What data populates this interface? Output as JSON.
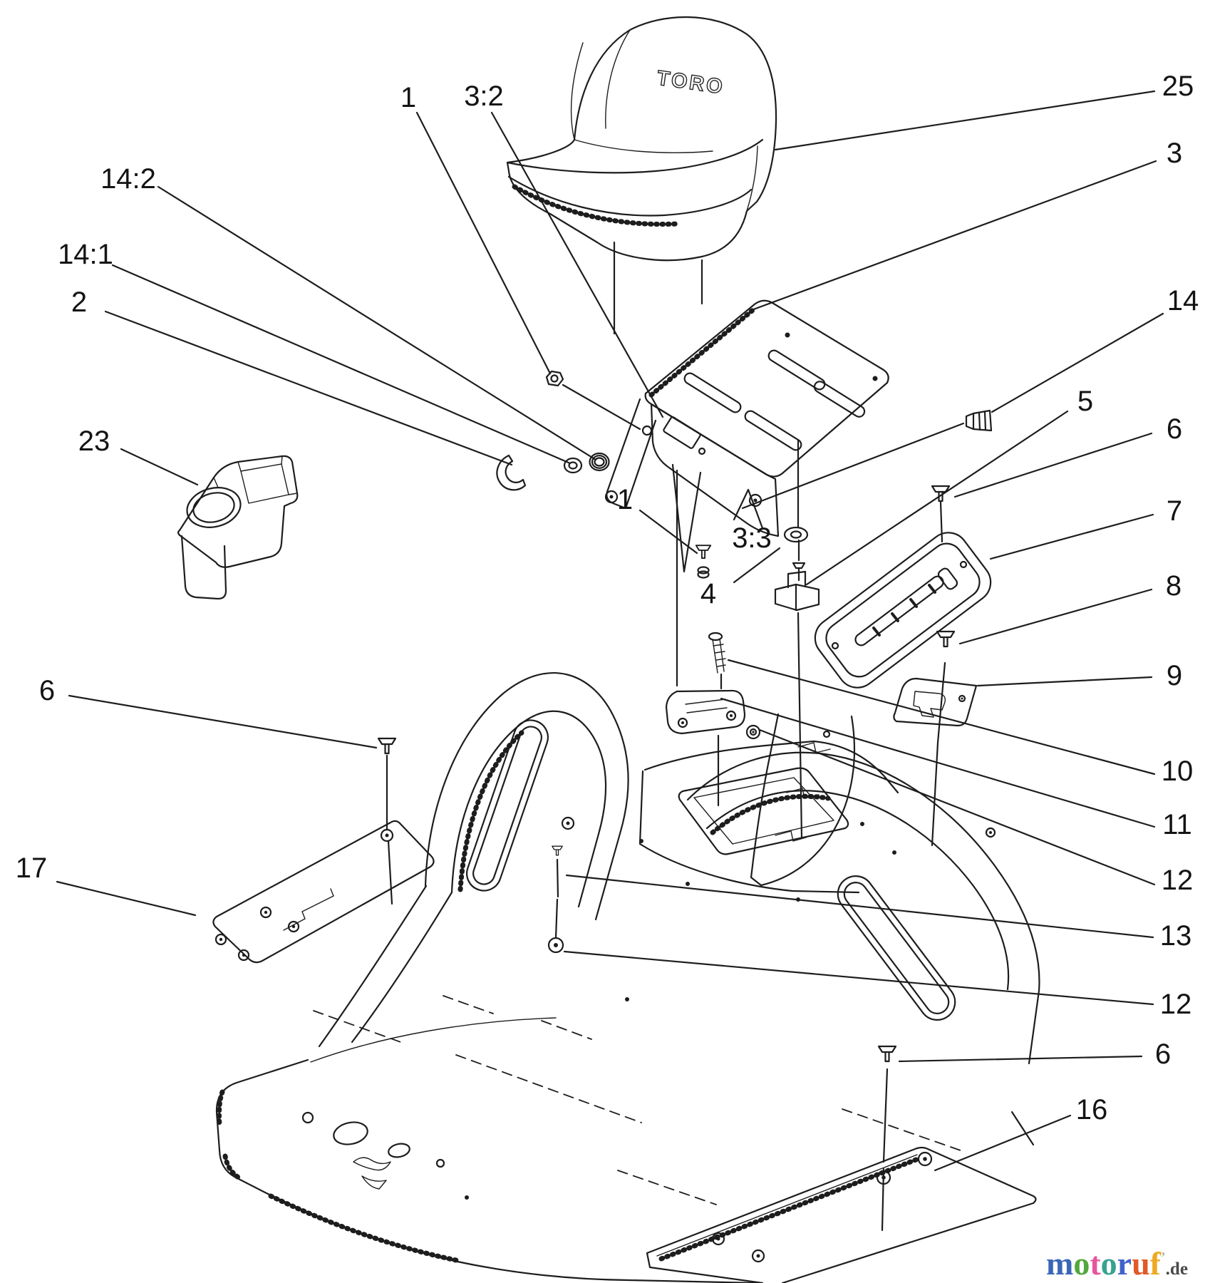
{
  "page": {
    "background": "#ffffff"
  },
  "seat_logo": "TORO",
  "callouts": [
    {
      "label": "1"
    },
    {
      "label": "3:2"
    },
    {
      "label": "14:2"
    },
    {
      "label": "14:1"
    },
    {
      "label": "2"
    },
    {
      "label": "23"
    },
    {
      "label": "25"
    },
    {
      "label": "3"
    },
    {
      "label": "14"
    },
    {
      "label": "5"
    },
    {
      "label": "6"
    },
    {
      "label": "7"
    },
    {
      "label": "8"
    },
    {
      "label": "9"
    },
    {
      "label": "10"
    },
    {
      "label": "11"
    },
    {
      "label": "12"
    },
    {
      "label": "13"
    },
    {
      "label": "12"
    },
    {
      "label": "6"
    },
    {
      "label": "16"
    },
    {
      "label": "1"
    },
    {
      "label": "3:3"
    },
    {
      "label": "4"
    },
    {
      "label": "6"
    },
    {
      "label": "17"
    }
  ],
  "watermark": {
    "letters": [
      {
        "ch": "m",
        "color": "#3a66b8"
      },
      {
        "ch": "o",
        "color": "#52a83e"
      },
      {
        "ch": "t",
        "color": "#e7559c"
      },
      {
        "ch": "o",
        "color": "#35a390"
      },
      {
        "ch": "r",
        "color": "#3f63c9"
      },
      {
        "ch": "u",
        "color": "#e05a28"
      },
      {
        "ch": "f",
        "color": "#eda921"
      }
    ],
    "tick": {
      "ch": "’",
      "color": "#b9b2a8"
    },
    "suffix": {
      "text": ".de",
      "color": "#4a4a4a"
    }
  }
}
